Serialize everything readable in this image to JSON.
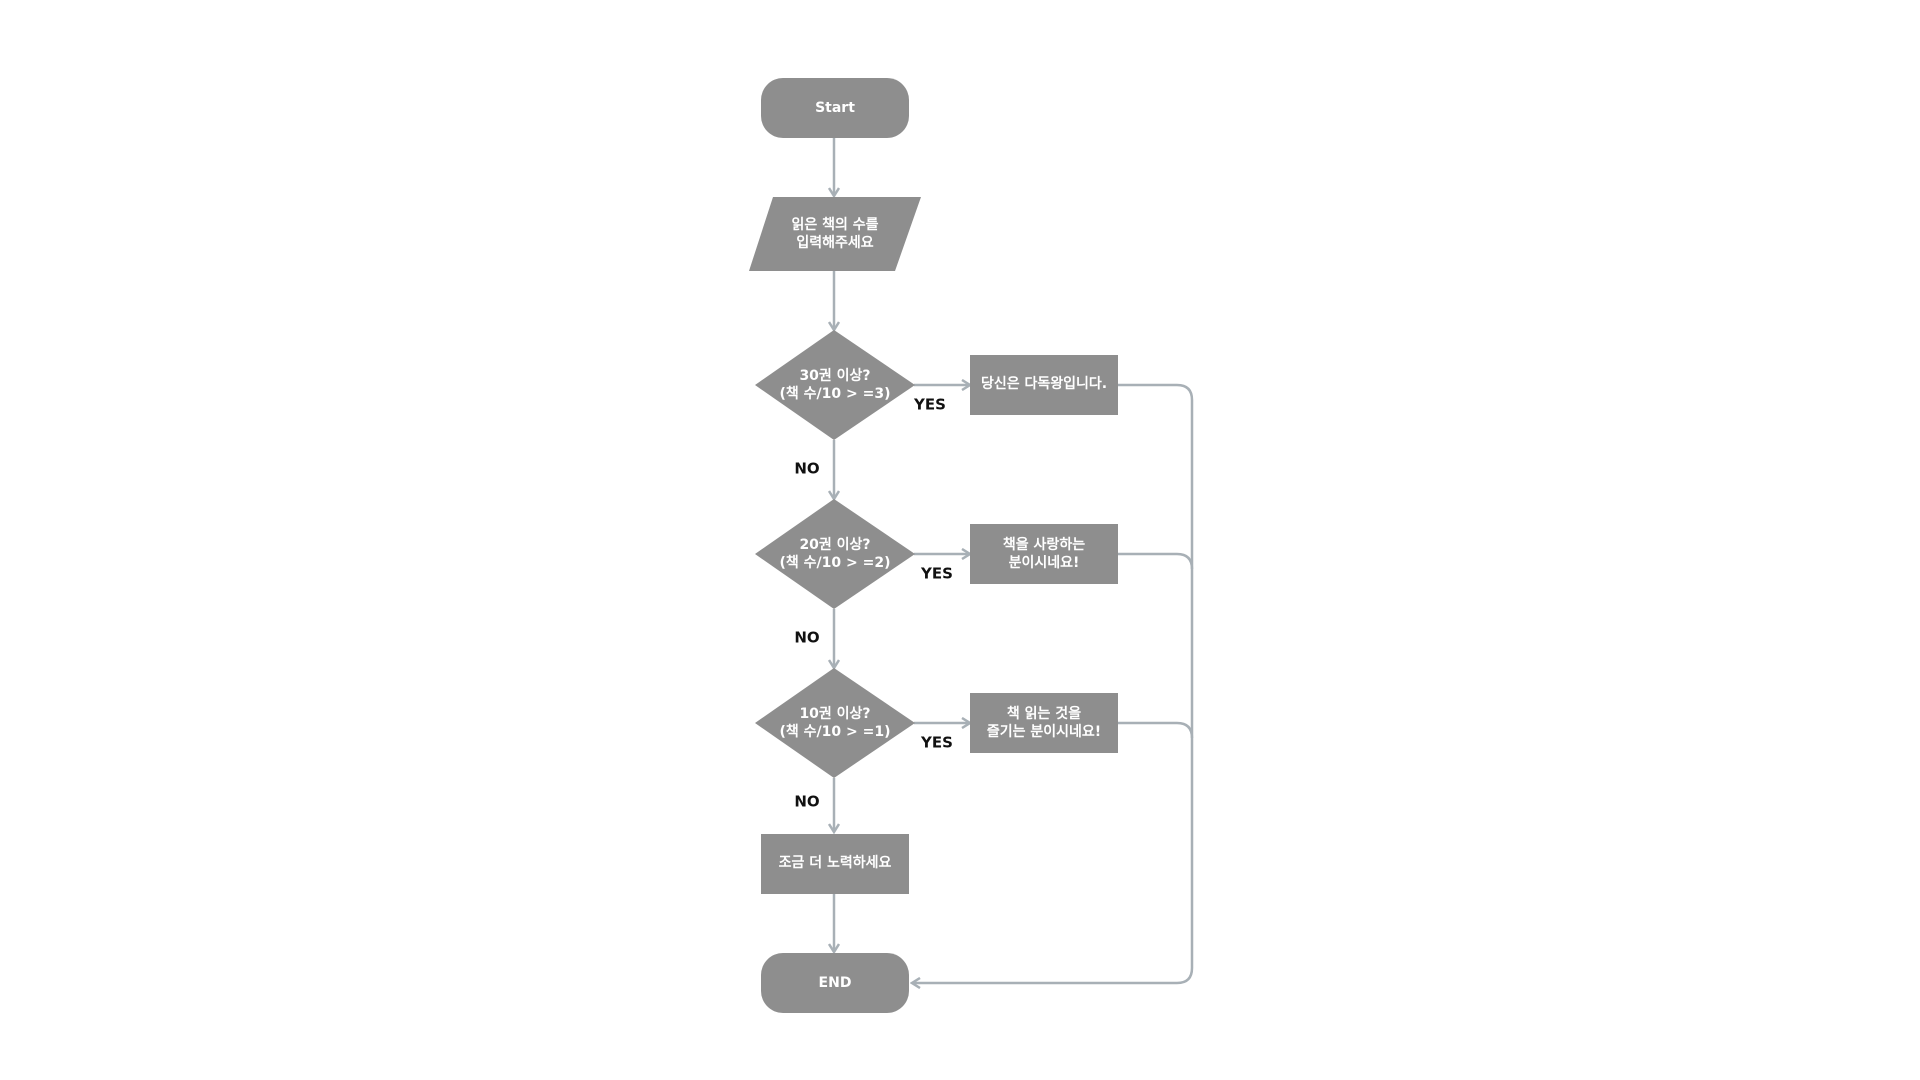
{
  "diagram": {
    "nodes": {
      "start": {
        "label": "Start"
      },
      "input": {
        "line1": "읽은 책의 수를",
        "line2": "입력해주세요"
      },
      "decision_30": {
        "line1": "30권 이상?",
        "line2": "(책 수/10 > =3)"
      },
      "result_30": {
        "label": "당신은 다독왕입니다."
      },
      "decision_20": {
        "line1": "20권 이상?",
        "line2": "(책 수/10 > =2)"
      },
      "result_20": {
        "line1": "책을 사랑하는",
        "line2": "분이시네요!"
      },
      "decision_10": {
        "line1": "10권 이상?",
        "line2": "(책 수/10 > =1)"
      },
      "result_10": {
        "line1": "책 읽는 것을",
        "line2": "즐기는 분이시네요!"
      },
      "result_low": {
        "label": "조금 더 노력하세요"
      },
      "end": {
        "label": "END"
      }
    },
    "edge_labels": {
      "yes_30": "YES",
      "no_30": "NO",
      "yes_20": "YES",
      "no_20": "NO",
      "yes_10": "YES",
      "no_10": "NO"
    }
  },
  "colors": {
    "node_fill": "#8e8e8e",
    "node_text": "#ffffff",
    "connector": "#a8b0b6",
    "edge_label": "#111111",
    "background": "#ffffff"
  }
}
